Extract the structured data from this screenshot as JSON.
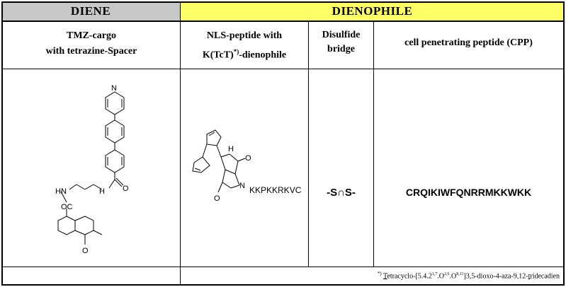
{
  "headers": {
    "diene": "DIENE",
    "dienophile": "DIENOPHILE"
  },
  "colors": {
    "diene_header": "#c8c8c8",
    "dienophile_header": "#ffff66"
  },
  "columns": {
    "col1": {
      "line1": "TMZ-cargo",
      "line2": "with tetrazine-Spacer"
    },
    "col2": {
      "line1": "NLS-peptide with",
      "line2_pre": "K(TcT)",
      "line2_sup": "*)",
      "line2_post": "-dienophile"
    },
    "col3": {
      "line1": "Disulfide",
      "line2": "bridge"
    },
    "col4": {
      "line1": "cell penetrating peptide (CPP)"
    }
  },
  "cells": {
    "nls_sequence": "KKPKKRKVC",
    "disulfide": "-S∩S-",
    "cpp_sequence": "CRQIKIWFQNRRMKKWKK"
  },
  "structure_labels": {
    "tmz": {
      "hn": "HN",
      "h": "H",
      "n": "N",
      "o": "O",
      "oc": "OC"
    },
    "tct": {
      "h": "H",
      "o": "O",
      "n": "N"
    }
  },
  "footnote": {
    "marker": "*)",
    "t1": "T",
    "p1": "etracyclo-[5.4.2",
    "s1": "1,7",
    "p2": ".O",
    "s2": "2,6",
    "p3": ".O",
    "s3": "8,11",
    "p4": "]3,5-dioxo-4-aza-9,12-",
    "t2": "t",
    "p5": "ridecadien"
  }
}
